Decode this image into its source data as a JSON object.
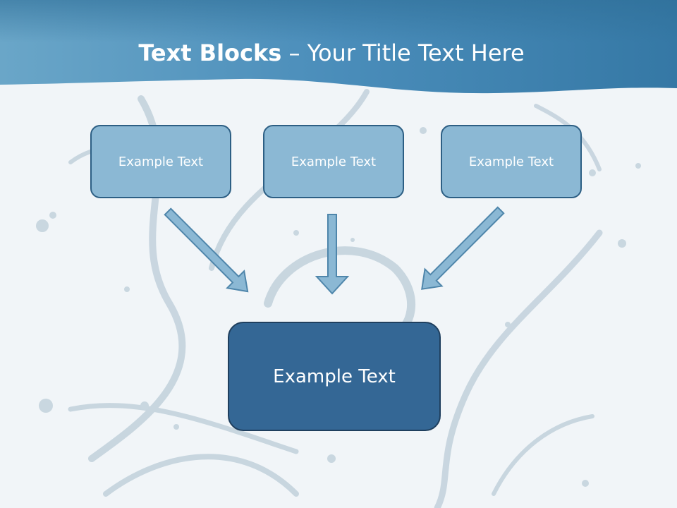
{
  "slide": {
    "title_bold": "Text Blocks",
    "title_rest": " – Your Title Text Here"
  },
  "diagram": {
    "top_boxes": [
      {
        "label": "Example Text"
      },
      {
        "label": "Example Text"
      },
      {
        "label": "Example Text"
      }
    ],
    "bottom_box": {
      "label": "Example Text"
    }
  },
  "colors": {
    "header": "#3f86b0",
    "top_box_fill": "#8bb8d4",
    "top_box_border": "#2d5f84",
    "bottom_box_fill": "#346795",
    "arrow_fill": "#8bb8d4",
    "arrow_border": "#4f86ab"
  }
}
